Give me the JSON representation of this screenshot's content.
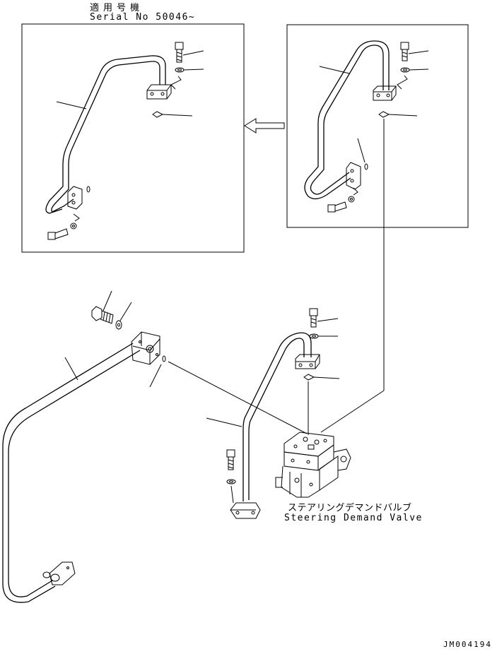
{
  "header": {
    "applicable_label": "適用号機",
    "serial_text": "Serial No 50046~"
  },
  "component": {
    "label_jp": "ステアリングデマンドバルブ",
    "label_en": "Steering Demand Valve"
  },
  "drawing_id": "JM004194"
}
